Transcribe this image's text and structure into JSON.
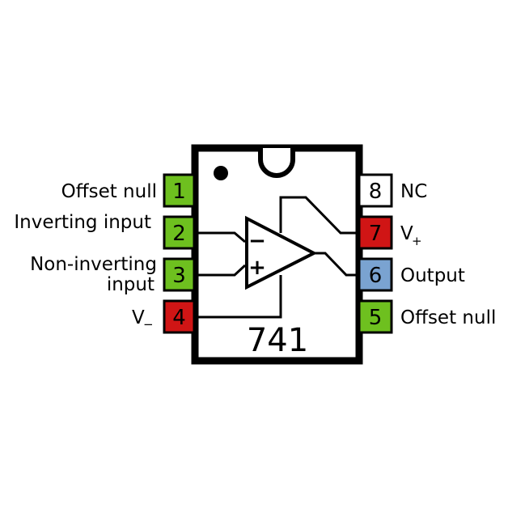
{
  "chip": {
    "part_number": "741",
    "body_color": "#ffffff",
    "outline_color": "#000000"
  },
  "pins": [
    {
      "number": "1",
      "label": "Offset null",
      "color": "#6ec01f"
    },
    {
      "number": "2",
      "label": "Inverting input",
      "color": "#6ec01f"
    },
    {
      "number": "3",
      "label_line1": "Non-inverting",
      "label_line2": "input",
      "color": "#6ec01f"
    },
    {
      "number": "4",
      "label": "V",
      "subscript": "−",
      "color": "#d01515"
    },
    {
      "number": "5",
      "label": "Offset null",
      "color": "#6ec01f"
    },
    {
      "number": "6",
      "label": "Output",
      "color": "#7aa3d1"
    },
    {
      "number": "7",
      "label": "V",
      "subscript": "+",
      "color": "#d01515"
    },
    {
      "number": "8",
      "label": "NC",
      "color": "#ffffff"
    }
  ],
  "op_amp": {
    "inverting_symbol": "−",
    "non_inverting_symbol": "+"
  }
}
